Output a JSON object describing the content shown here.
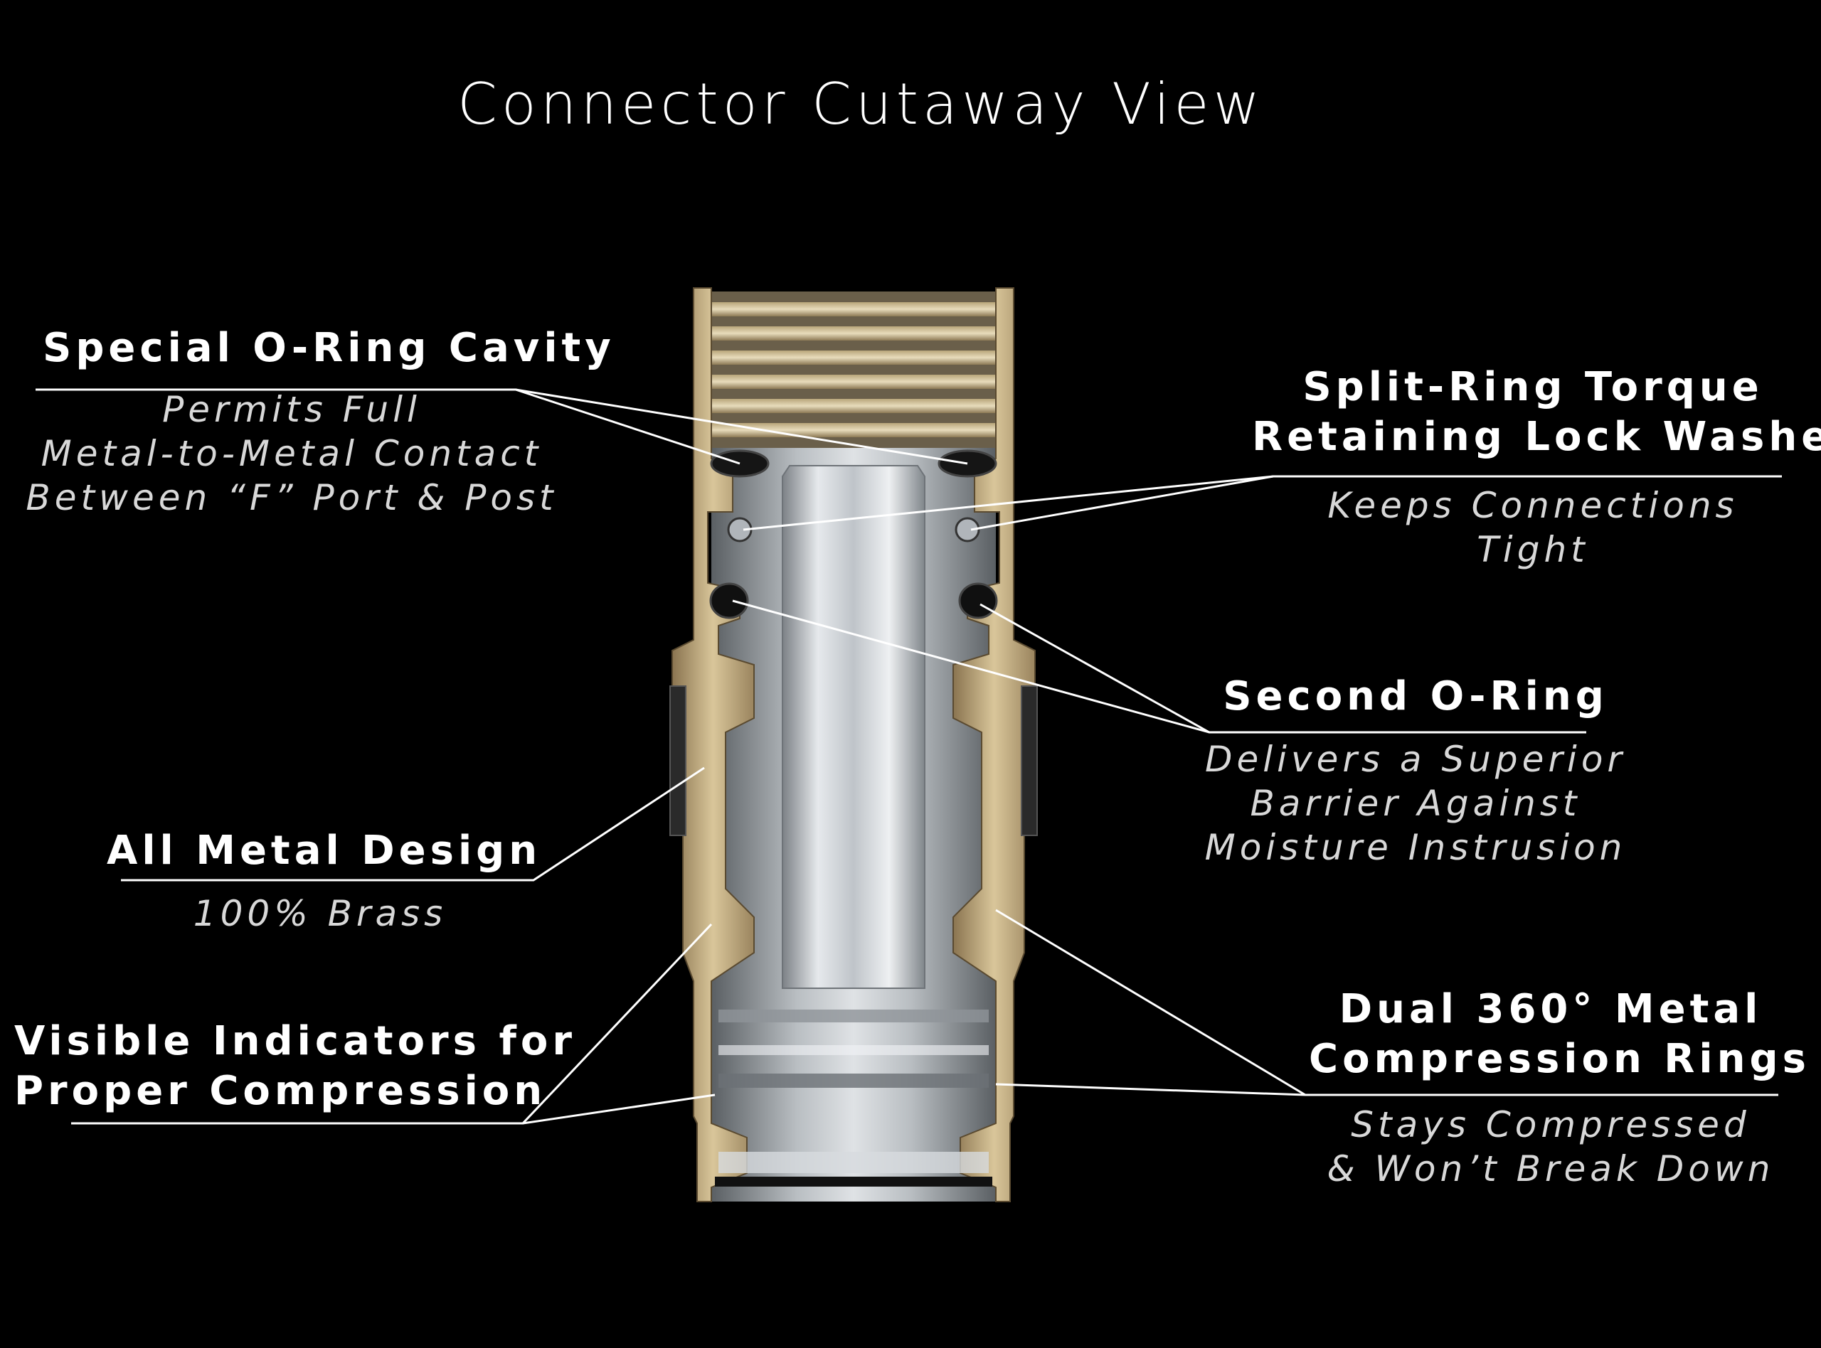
{
  "title": "Connector Cutaway View",
  "colors": {
    "background": "#000000",
    "brass": "#cdb88c",
    "brass_dark": "#8a7450",
    "silver": "#d6dade",
    "oring": "#1a1a1a",
    "text": "#ffffff"
  },
  "callouts": {
    "oring_cavity": {
      "heading": "Special O-Ring Cavity",
      "desc": [
        "Permits Full",
        "Metal-to-Metal Contact",
        "Between “F” Port & Post"
      ]
    },
    "split_ring": {
      "heading": [
        "Split-Ring Torque",
        "Retaining Lock Washer"
      ],
      "desc": [
        "Keeps Connections",
        "Tight"
      ]
    },
    "second_oring": {
      "heading": "Second O-Ring",
      "desc": [
        "Delivers a Superior",
        "Barrier Against",
        "Moisture Instrusion"
      ]
    },
    "all_metal": {
      "heading": "All Metal Design",
      "desc": "100% Brass"
    },
    "visible_indicators": {
      "heading": [
        "Visible Indicators for",
        "Proper Compression"
      ]
    },
    "dual_rings": {
      "heading": [
        "Dual 360° Metal",
        "Compression Rings"
      ],
      "desc": [
        "Stays Compressed",
        "& Won’t Break Down"
      ]
    }
  }
}
